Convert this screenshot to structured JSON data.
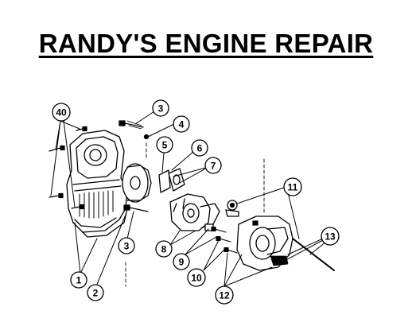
{
  "title": "RANDY'S ENGINE REPAIR",
  "callouts": [
    {
      "id": "c40",
      "label": "40"
    },
    {
      "id": "c3a",
      "label": "3"
    },
    {
      "id": "c4",
      "label": "4"
    },
    {
      "id": "c5",
      "label": "5"
    },
    {
      "id": "c6",
      "label": "6"
    },
    {
      "id": "c7",
      "label": "7"
    },
    {
      "id": "c11",
      "label": "11"
    },
    {
      "id": "c13",
      "label": "13"
    },
    {
      "id": "c3b",
      "label": "3"
    },
    {
      "id": "c8",
      "label": "8"
    },
    {
      "id": "c9",
      "label": "9"
    },
    {
      "id": "c10",
      "label": "10"
    },
    {
      "id": "c12",
      "label": "12"
    },
    {
      "id": "c1",
      "label": "1"
    },
    {
      "id": "c2",
      "label": "2"
    }
  ]
}
